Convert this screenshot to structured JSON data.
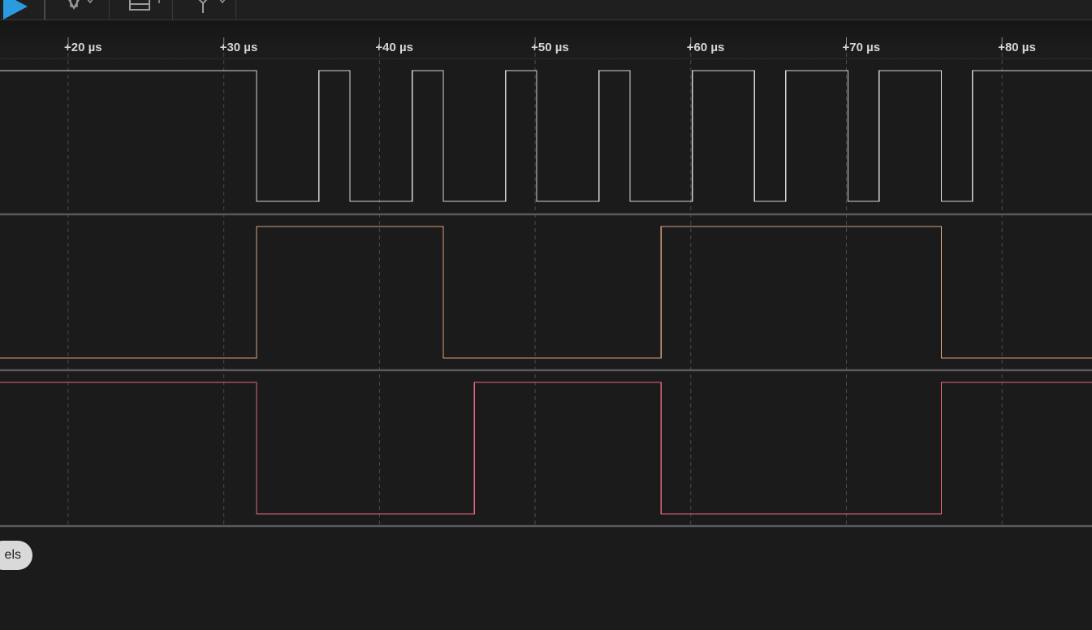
{
  "toolbar": {
    "buttons": [
      {
        "icon": "play-icon"
      },
      {
        "icon": "trigger-icon"
      },
      {
        "icon": "capture-settings-icon"
      },
      {
        "icon": "probe-icon"
      }
    ]
  },
  "timeline": {
    "unit": "µs",
    "ticks": [
      {
        "value": 20,
        "label": "+20 µs"
      },
      {
        "value": 30,
        "label": "+30 µs"
      },
      {
        "value": 40,
        "label": "+40 µs"
      },
      {
        "value": 50,
        "label": "+50 µs"
      },
      {
        "value": 60,
        "label": "+60 µs"
      },
      {
        "value": 70,
        "label": "+70 µs"
      },
      {
        "value": 80,
        "label": "+80 µs"
      }
    ]
  },
  "channels": [
    {
      "color": "#d4d4d4",
      "initial": 1,
      "edges": [
        32.1,
        36.1,
        38.1,
        42.1,
        44.1,
        48.1,
        50.1,
        54.1,
        56.1,
        60.1,
        64.1,
        66.1,
        70.1,
        72.1,
        76.1,
        78.1
      ]
    },
    {
      "color": "#d9a27a",
      "initial": 0,
      "edges": [
        32.1,
        44.1,
        58.1,
        76.1
      ]
    },
    {
      "color": "#e8657a",
      "initial": 1,
      "edges": [
        32.1,
        46.1,
        58.1,
        76.1
      ]
    }
  ],
  "channels_button": {
    "label": "els"
  }
}
